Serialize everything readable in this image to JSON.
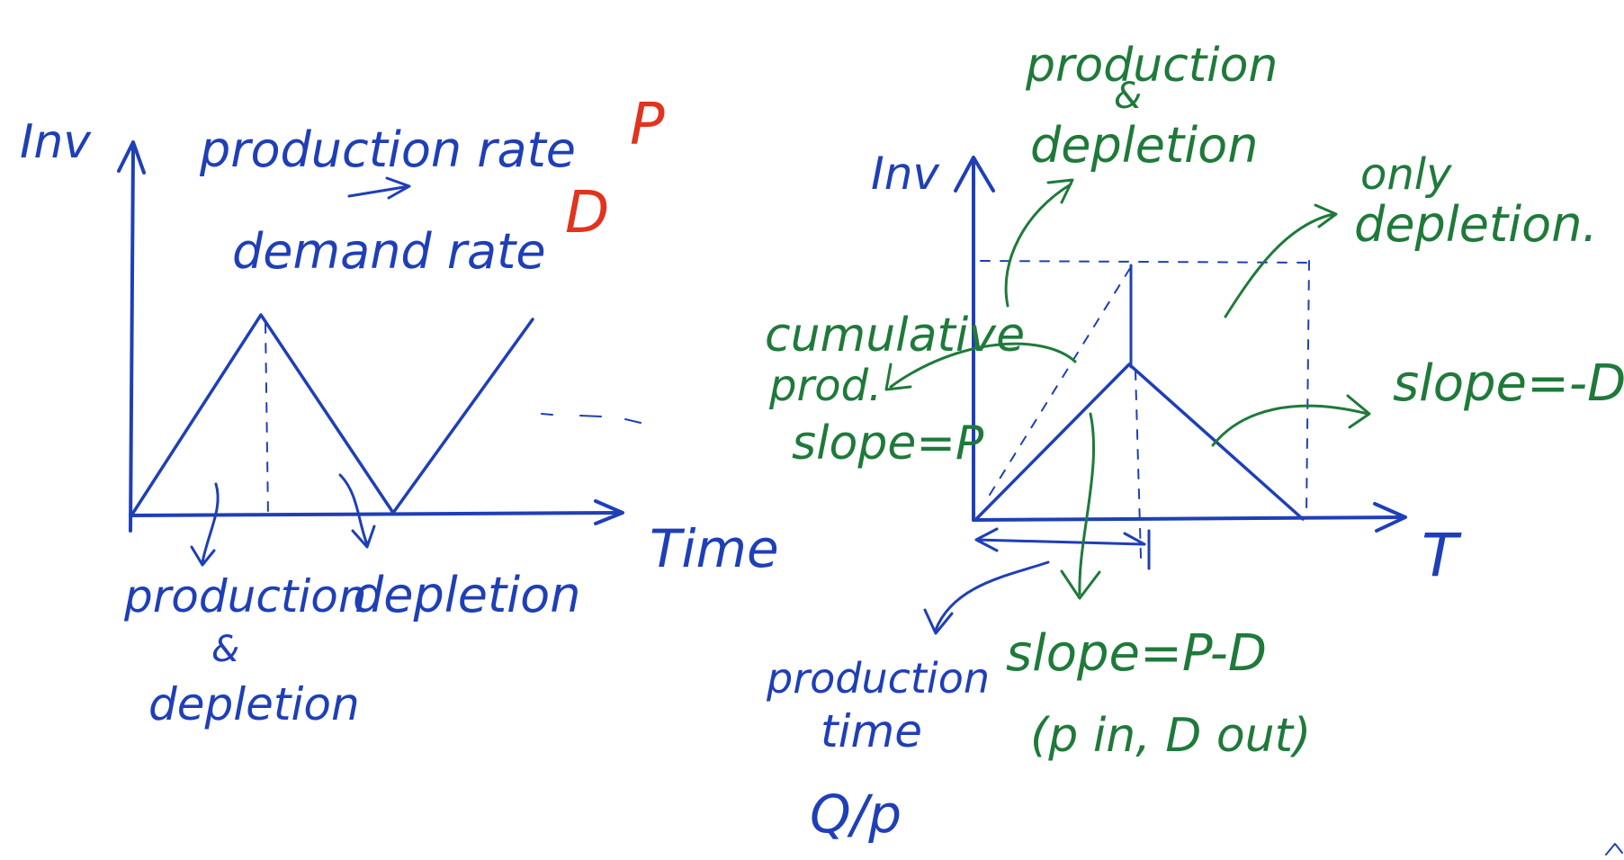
{
  "left_graph": {
    "y_axis_label": "Inv",
    "x_axis_label": "Time",
    "title_line1": "production rate",
    "title_line1_symbol": "P",
    "title_line2": "demand rate",
    "title_line2_symbol": "D",
    "label_production": "production",
    "label_amp": "&",
    "label_depletion_under": "depletion",
    "label_depletion": "depletion"
  },
  "right_graph": {
    "y_axis_label": "Inv",
    "x_axis_label": "T",
    "top_label_line1": "production",
    "top_label_line2": "&",
    "top_label_line3": "depletion",
    "only_line1": "only",
    "only_line2": "depletion.",
    "cumulative_line1": "cumulative",
    "cumulative_line2": "prod.",
    "cumulative_slope": "slope=P",
    "slope_neg": "slope=-D",
    "slope_diff": "slope=P-D",
    "slope_diff_note": "(p in, D out)",
    "prod_time_line1": "production",
    "prod_time_line2": "time",
    "prod_time_value": "Q/p"
  },
  "colors": {
    "ink_blue": "#1f3fb7",
    "ink_green": "#1f7a3a",
    "ink_red": "#e1331e"
  }
}
